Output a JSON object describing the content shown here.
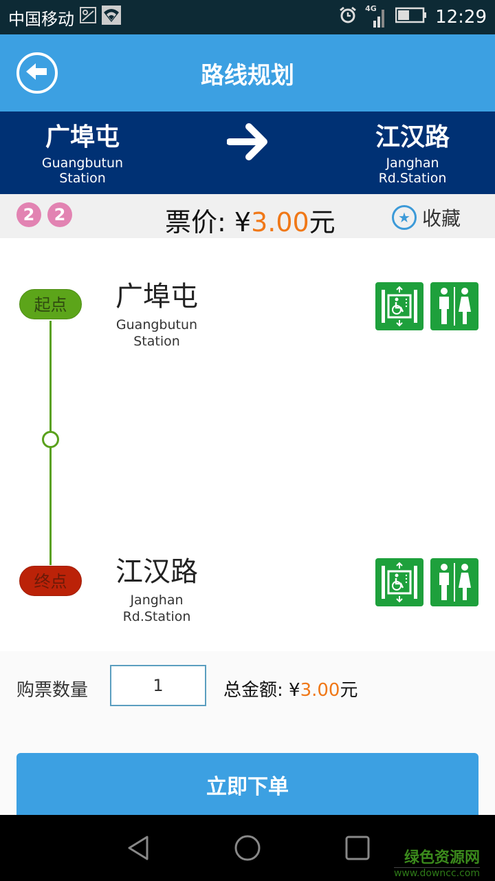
{
  "status_bar": {
    "carrier": "中国移动",
    "network": "4G",
    "time": "12:29",
    "icons": [
      "image-icon",
      "wifi-icon",
      "alarm-icon",
      "signal-icon",
      "battery-icon"
    ]
  },
  "header": {
    "title": "路线规划",
    "back_icon": "back-arrow-circle-icon"
  },
  "route": {
    "from": {
      "cn": "广埠屯",
      "en": "Guangbutun Station"
    },
    "to": {
      "cn": "江汉路",
      "en": "Janghan Rd.Station"
    },
    "arrow_icon": "arrow-right-icon"
  },
  "fare": {
    "lines": [
      "2",
      "2"
    ],
    "label": "票价: ¥",
    "amount": "3.00",
    "unit": "元",
    "favorite_label": "收藏",
    "line_color": "#e283b2",
    "amount_color": "#f07818"
  },
  "stations": [
    {
      "tag": "起点",
      "cn": "广埠屯",
      "en_line1": "Guangbutun",
      "en_line2": "Station",
      "facilities": [
        "elevator-accessible-icon",
        "restroom-icon"
      ]
    },
    {
      "tag": "终点",
      "cn": "江汉路",
      "en_line1": "Janghan",
      "en_line2": "Rd.Station",
      "facilities": [
        "elevator-accessible-icon",
        "restroom-icon"
      ]
    }
  ],
  "purchase": {
    "qty_label": "购票数量",
    "qty_value": "1",
    "total_label": "总金额: ¥",
    "total_amount": "3.00",
    "total_unit": "元",
    "order_button": "立即下单"
  },
  "watermark": {
    "cn": "绿色资源网",
    "en": "www.downcc.com"
  }
}
